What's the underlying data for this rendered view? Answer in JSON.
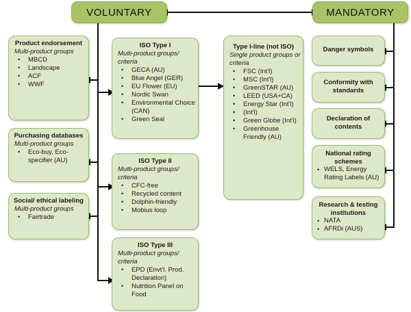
{
  "headers": {
    "voluntary": {
      "label": "VOLUNTARY"
    },
    "mandatory": {
      "label": "MANDATORY"
    }
  },
  "colors": {
    "box_fill": "#dde8c8",
    "box_border": "#9ab973",
    "header_fill": "#a9c267",
    "header_border": "#8fae52",
    "connector": "#0d0d0d",
    "text": "#1a1a1a"
  },
  "left_column": [
    {
      "title": "Product endorsement",
      "subtitle": "Multi-product groups",
      "items": [
        "MBCD",
        "Landscape",
        "ACF",
        "WWF"
      ]
    },
    {
      "title": "Purchasing databases",
      "subtitle": "Multi-product groups",
      "items": [
        "Eco-buy, Eco-specifier (AU)"
      ]
    },
    {
      "title": "Social/ ethical labeling",
      "subtitle": "Multi-product groups",
      "items": [
        "Fairtrade"
      ]
    }
  ],
  "middle_column": [
    {
      "title": "ISO Type I",
      "subtitle": "Multi-product groups/ criteria",
      "items": [
        "GECA (AU)",
        "Blue Angel (GER)",
        "EU Flower (EU)",
        "Nordic Swan",
        "Environmental Choice (CAN)",
        "Green Seal"
      ]
    },
    {
      "title": "ISO Type II",
      "subtitle": "Multi-product groups/ criteria",
      "items": [
        "CFC-free",
        "Recycled content",
        "Dolphin-friendly",
        "Mobius loop"
      ]
    },
    {
      "title": "ISO Type III",
      "subtitle": "Multi-product groups/ criteria",
      "items": [
        "EPD (Envt'l. Prod. Declaration)",
        "Nutrition Panel on Food"
      ]
    }
  ],
  "center_column": [
    {
      "title": "Type I-line (not ISO)",
      "subtitle": "Single product groups or criteria",
      "items": [
        "FSC (Int'l)",
        "MSC (Int'l)",
        "GreenSTAR (AU)",
        "LEED (USA+CA)",
        "Energy Star (Int'l)",
        "(Int'l)",
        "Green Globe (Int'l)",
        "Greenhouse Friendly (AU)"
      ]
    }
  ],
  "right_column": [
    {
      "title": "Danger symbols",
      "subtitle": "",
      "items": []
    },
    {
      "title": "Conformity with standards",
      "subtitle": "",
      "items": []
    },
    {
      "title": "Declaration of contents",
      "subtitle": "",
      "items": []
    },
    {
      "title": "National rating schemes",
      "subtitle": "",
      "items": [
        "WELS, Energy Rating Labels (AU)"
      ]
    },
    {
      "title": "Research & testing institutions",
      "subtitle": "",
      "items": [
        "NATA",
        "AFRDi (AUS)"
      ]
    }
  ]
}
